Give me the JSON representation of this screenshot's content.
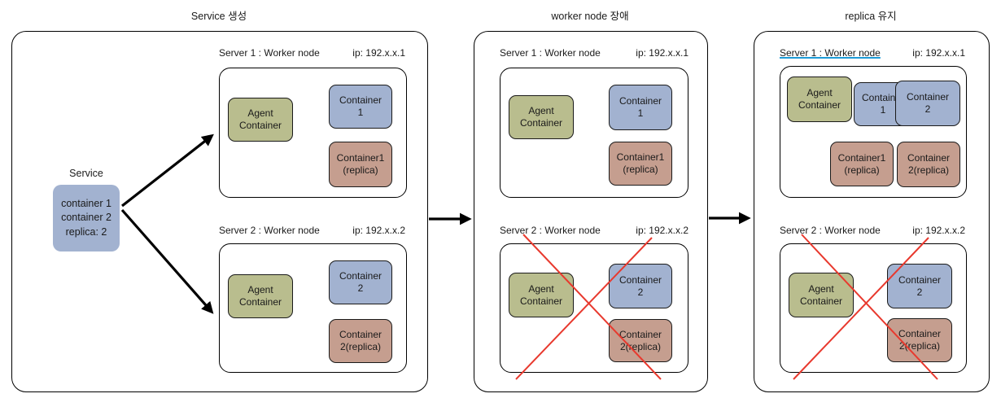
{
  "colors": {
    "container_blue": "#a2b2d0",
    "agent_green": "#b9bd8e",
    "replica_brown": "#c59e8f",
    "cross_red": "#e8392e",
    "underline_blue": "#1e9bd7"
  },
  "panels": {
    "p1": {
      "title": "Service 생성",
      "service": {
        "label": "Service",
        "spec": "container 1\ncontainer 2\nreplica: 2"
      },
      "server1": {
        "name": "Server 1 : Worker node",
        "ip": "ip: 192.x.x.1",
        "agent": "Agent\nContainer",
        "container1": "Container\n1",
        "replica1": "Container1\n(replica)"
      },
      "server2": {
        "name": "Server 2 : Worker node",
        "ip": "ip: 192.x.x.2",
        "agent": "Agent\nContainer",
        "container2": "Container\n2",
        "replica2": "Container\n2(replica)"
      }
    },
    "p2": {
      "title": "worker node 장애",
      "server1": {
        "name": "Server 1 : Worker node",
        "ip": "ip: 192.x.x.1",
        "agent": "Agent\nContainer",
        "container1": "Container\n1",
        "replica1": "Container1\n(replica)"
      },
      "server2": {
        "name": "Server 2 : Worker node",
        "ip": "ip: 192.x.x.2",
        "agent": "Agent\nContainer",
        "container2": "Container\n2",
        "replica2": "Container\n2(replica)"
      }
    },
    "p3": {
      "title": "replica 유지",
      "server1": {
        "name": "Server 1 : Worker node",
        "ip": "ip: 192.x.x.1",
        "agent": "Agent\nContainer",
        "container1": "Container\n1",
        "container2": "Container\n2",
        "replica1": "Container1\n(replica)",
        "replica2": "Container\n2(replica)"
      },
      "server2": {
        "name": "Server 2 : Worker node",
        "ip": "ip: 192.x.x.2",
        "agent": "Agent\nContainer",
        "container2": "Container\n2",
        "replica2": "Container\n2(replica)"
      }
    }
  }
}
